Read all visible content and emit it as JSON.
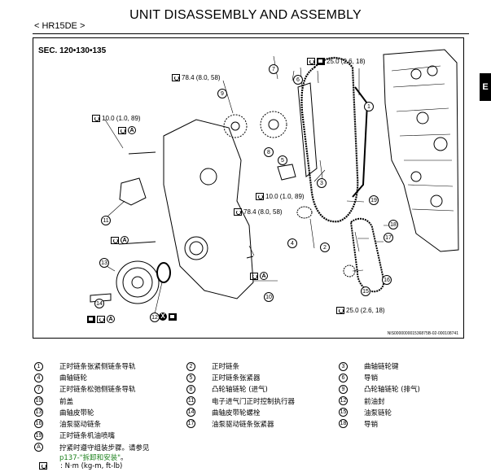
{
  "header": {
    "title": "UNIT DISASSEMBLY AND ASSEMBLY",
    "section": "< HR15DE >",
    "side_tab": "E"
  },
  "figure": {
    "sec_label": "SEC. 120•130•135",
    "figure_id": "NIS000000001536875B-02-000108741",
    "torques": [
      {
        "text": "78.4 (8.0, 58)"
      },
      {
        "text": "25.0 (2.6, 18)"
      },
      {
        "text": "10.0 (1.0, 89)"
      },
      {
        "text": "10.0 (1.0, 89)"
      },
      {
        "text": "78.4 (8.0, 58)"
      },
      {
        "text": "25.0 (2.6, 18)"
      }
    ],
    "callouts": [
      "1",
      "2",
      "3",
      "4",
      "5",
      "6",
      "7",
      "8",
      "9",
      "10",
      "11",
      "12",
      "13",
      "14",
      "15",
      "16",
      "17",
      "18",
      "19"
    ],
    "marker_a": "A",
    "marker_x": "X"
  },
  "legend": {
    "items": [
      {
        "num": "1",
        "text": "正时链条张紧侧链条导轨"
      },
      {
        "num": "2",
        "text": "正时链条"
      },
      {
        "num": "3",
        "text": "曲轴链轮键"
      },
      {
        "num": "4",
        "text": "曲轴链轮"
      },
      {
        "num": "5",
        "text": "正时链条张紧器"
      },
      {
        "num": "6",
        "text": "导销"
      },
      {
        "num": "7",
        "text": "正时链条松弛侧链条导轨"
      },
      {
        "num": "8",
        "text": "凸轮轴链轮 (进气)"
      },
      {
        "num": "9",
        "text": "凸轮轴链轮 (排气)"
      },
      {
        "num": "10",
        "text": "前盖"
      },
      {
        "num": "11",
        "text": "电子进气门正时控制执行器"
      },
      {
        "num": "12",
        "text": "前油封"
      },
      {
        "num": "13",
        "text": "曲轴皮带轮"
      },
      {
        "num": "14",
        "text": "曲轴皮带轮螺栓"
      },
      {
        "num": "15",
        "text": "油泵链轮"
      },
      {
        "num": "16",
        "text": "油泵驱动链条"
      },
      {
        "num": "17",
        "text": "油泵驱动链条张紧器"
      },
      {
        "num": "18",
        "text": "导销"
      },
      {
        "num": "19",
        "text": "正时链条机油喷嘴"
      }
    ],
    "note_a_marker": "A",
    "note_a_line1": "拧紧时遵守组装步骤。请参见",
    "note_a_link": "p137-\"拆卸和安装\"",
    "note_a_end": "。",
    "unit_text": ": N·m (kg-m, ft-lb)"
  }
}
